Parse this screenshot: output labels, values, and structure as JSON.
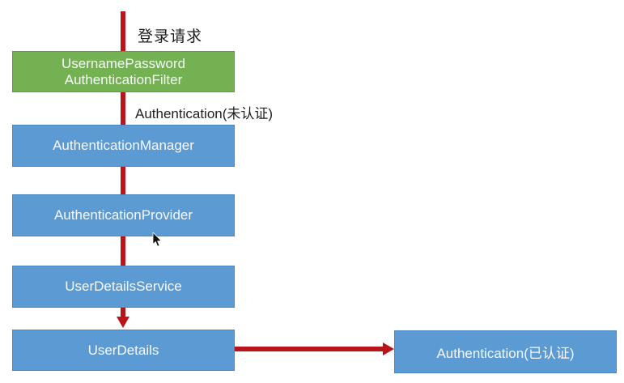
{
  "diagram": {
    "type": "flowchart",
    "subject": "spring-security-authentication-flow",
    "edge_labels": {
      "login_request": "登录请求",
      "unauthenticated": "Authentication(未认证)"
    },
    "nodes": [
      {
        "id": "username-password-authentication-filter",
        "line1": "UsernamePassword",
        "line2": "AuthenticationFilter",
        "fill": "#73b152"
      },
      {
        "id": "authentication-manager",
        "label": "AuthenticationManager",
        "fill": "#5b9ad2"
      },
      {
        "id": "authentication-provider",
        "label": "AuthenticationProvider",
        "fill": "#5b9ad2"
      },
      {
        "id": "user-details-service",
        "label": "UserDetailsService",
        "fill": "#5b9ad2"
      },
      {
        "id": "user-details",
        "label": "UserDetails",
        "fill": "#5b9ad2"
      },
      {
        "id": "authentication-authenticated",
        "label": "Authentication(已认证)",
        "fill": "#5b9ad2"
      }
    ],
    "colors": {
      "arrow_red": "#b81419",
      "box_green": "#73b152",
      "box_blue": "#5b9ad2",
      "box_text": "#f7f9fb",
      "label_text": "#1f1f1f",
      "background": "#ffffff"
    }
  }
}
